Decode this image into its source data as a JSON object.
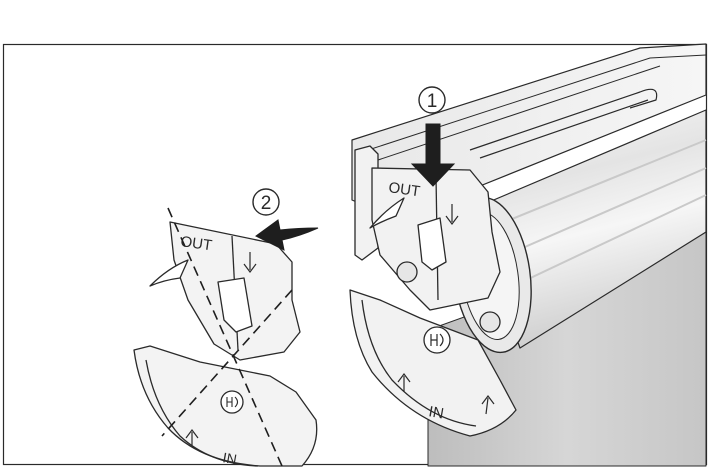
{
  "labels": {
    "step_1": "1",
    "step_2": "2",
    "clip_out_right": "OUT",
    "clip_out_left": "OUT",
    "plate_in_right": "IN",
    "plate_in_left": "IN"
  },
  "icons": {
    "step_1_arrow": "arrow-down-icon",
    "step_2_arrow": "arrow-left-icon",
    "hub_logo": "hd-logo-icon"
  },
  "colors": {
    "line": "#2a2a2a",
    "part_fill": "#f2f2f2",
    "roller_light": "#f4f4f4",
    "roller_dark": "#c8c8c8",
    "background": "#ffffff"
  }
}
